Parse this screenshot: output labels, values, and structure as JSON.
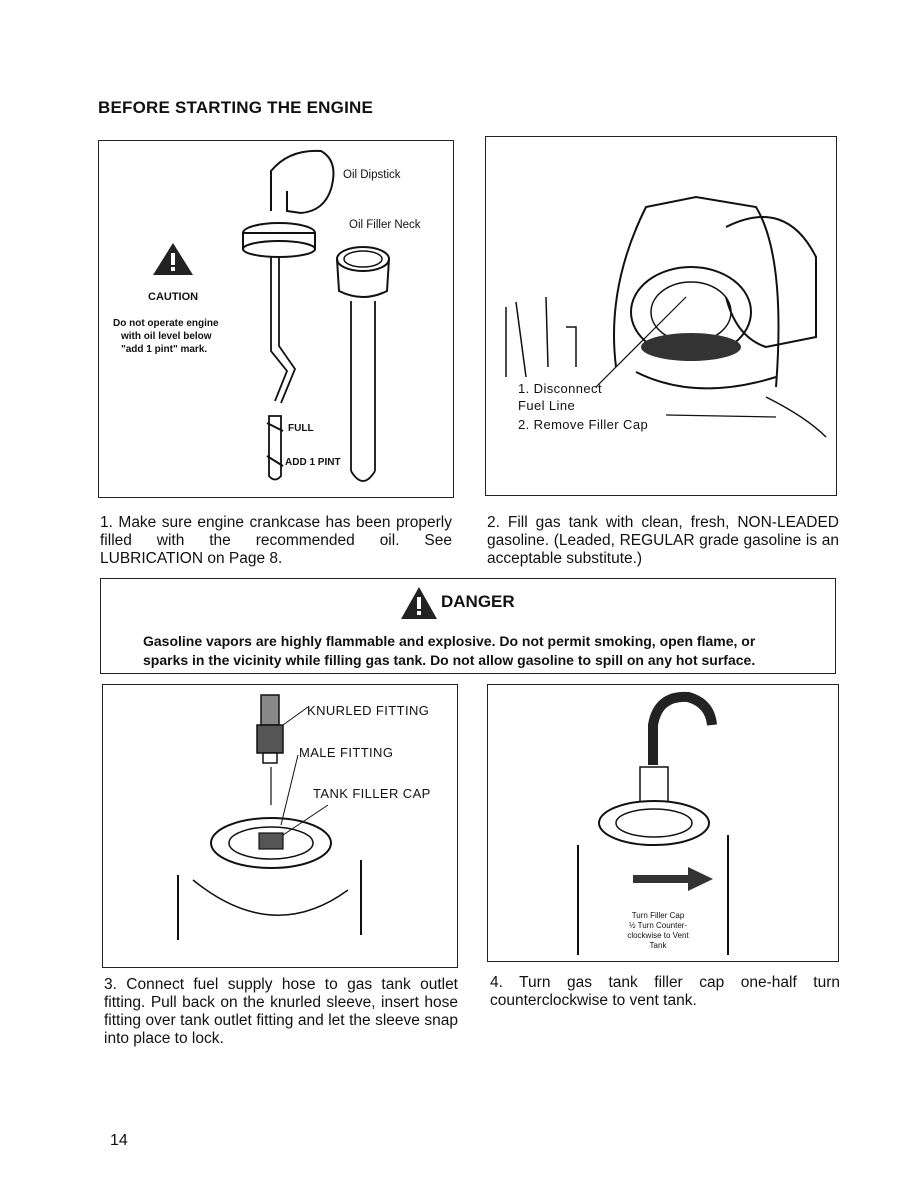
{
  "heading": "BEFORE STARTING THE ENGINE",
  "panel1": {
    "dipstick_label": "Oil Dipstick",
    "filler_neck_label": "Oil Filler Neck",
    "caution_title": "CAUTION",
    "caution_lines": [
      "Do not operate engine",
      "with oil level below",
      "\"add 1 pint\" mark."
    ],
    "full_label": "FULL",
    "add_label": "ADD 1 PINT"
  },
  "panel2": {
    "label1_line1": "1. Disconnect",
    "label1_line2": "Fuel Line",
    "label2": "2. Remove Filler Cap"
  },
  "captions": {
    "step1": "1. Make sure engine crankcase has been properly filled with the recommended oil. See LUBRICATION on Page 8.",
    "step2": "2. Fill gas tank with clean, fresh, NON-LEADED gasoline. (Leaded, REGULAR grade gasoline is an acceptable substitute.)",
    "step3": "3. Connect fuel supply hose to gas tank outlet fitting. Pull back on the knurled sleeve, insert hose fitting over tank outlet fitting and let the sleeve snap into place to lock.",
    "step4": "4. Turn gas tank filler cap one-half turn counterclockwise to vent tank."
  },
  "danger": {
    "title": "DANGER",
    "line1": "Gasoline vapors are highly flammable and explosive. Do not permit smoking, open flame, or",
    "line2": "sparks in the vicinity while filling gas tank. Do not allow gasoline to spill on any hot surface."
  },
  "panel3": {
    "knurled": "KNURLED FITTING",
    "male": "MALE FITTING",
    "cap": "TANK FILLER CAP"
  },
  "panel4": {
    "lines": [
      "Turn Filler Cap",
      "½ Turn Counter-",
      "clockwise to Vent",
      "Tank"
    ]
  },
  "page_number": "14"
}
